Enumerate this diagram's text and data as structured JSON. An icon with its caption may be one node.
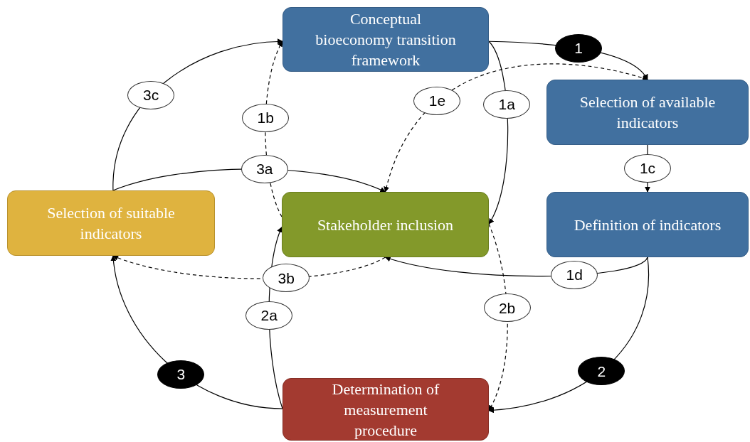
{
  "diagram": {
    "nodes": [
      {
        "text": [
          "Conceptual bioeconomy transition framework"
        ]
      },
      {
        "text": [
          "Selection of available indicators"
        ]
      },
      {
        "text": [
          "Selection of suitable indicators"
        ]
      },
      {
        "text": [
          "Stakeholder inclusion"
        ]
      },
      {
        "text": [
          "Definition of indicators"
        ]
      },
      {
        "text": [
          "Determination of measurement procedure"
        ]
      }
    ],
    "edges": [
      {
        "from": 0,
        "to": 1,
        "arrow": "to",
        "label": "1"
      },
      {
        "from": 0,
        "to": 3,
        "arrow": "to",
        "label": "1a"
      },
      {
        "from": 3,
        "to": 0,
        "arrow": "to",
        "label": "1b",
        "style": "dashed"
      },
      {
        "from": 1,
        "to": 4,
        "arrow": "to",
        "label": "1c"
      },
      {
        "from": 4,
        "to": 3,
        "arrow": "to",
        "label": "1d"
      },
      {
        "from": 1,
        "to": 3,
        "arrow": "both",
        "label": "1e",
        "style": "dashed"
      },
      {
        "from": 2,
        "to": 3,
        "arrow": "to",
        "label": "3a"
      },
      {
        "from": 3,
        "to": 2,
        "arrow": "to",
        "label": "3b",
        "style": "dashed"
      },
      {
        "from": 2,
        "to": 0,
        "arrow": "to",
        "label": "3c"
      },
      {
        "from": 5,
        "to": 3,
        "arrow": "to",
        "label": "2a"
      },
      {
        "from": 3,
        "to": 5,
        "arrow": "to",
        "label": "2b",
        "style": "dashed"
      },
      {
        "from": 4,
        "to": 5,
        "arrow": "to",
        "label": "2"
      },
      {
        "from": 5,
        "to": 2,
        "arrow": "to",
        "label": "3"
      }
    ]
  }
}
